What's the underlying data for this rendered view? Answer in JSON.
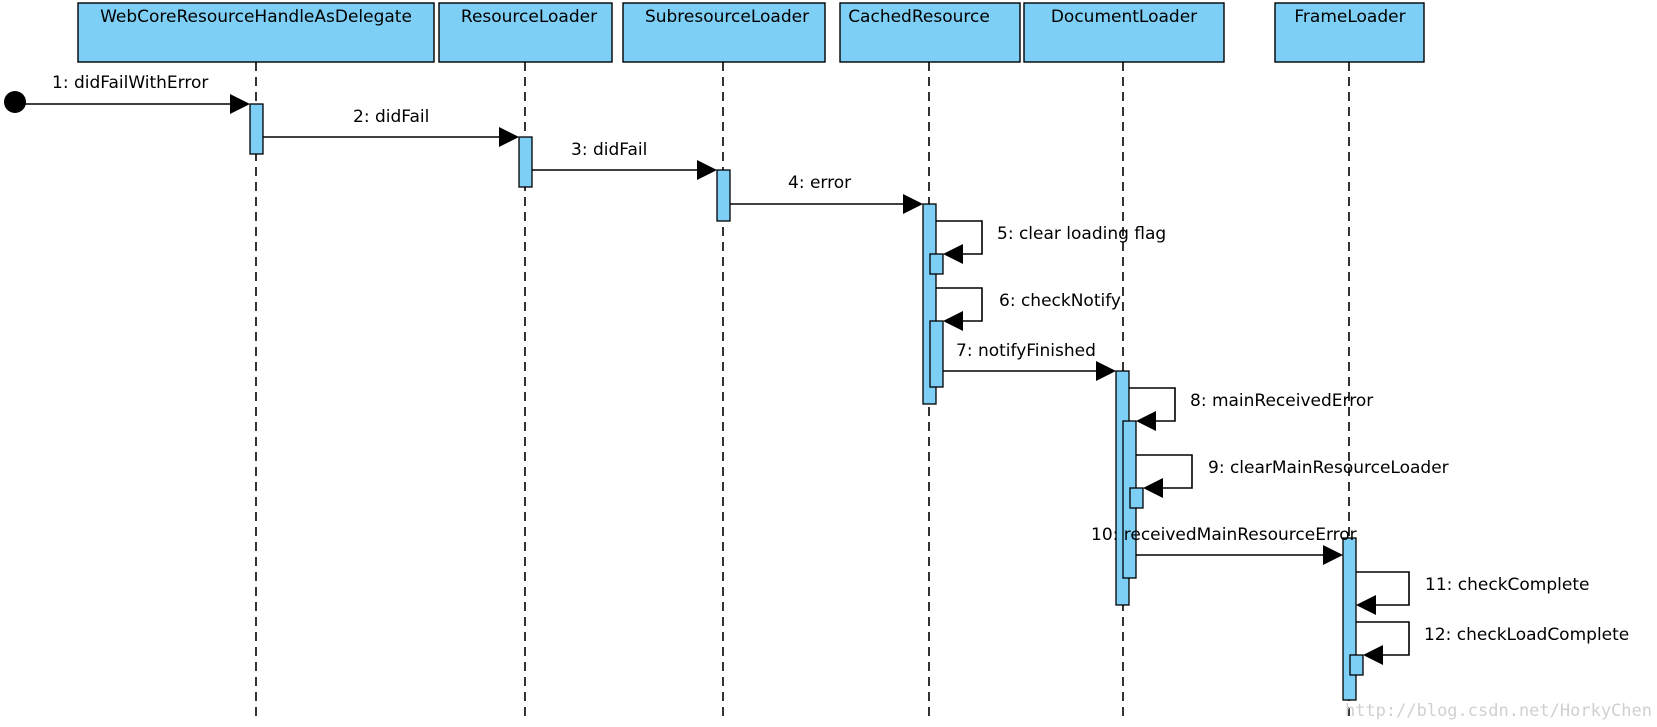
{
  "participants": [
    {
      "id": "webcore",
      "name": "WebCoreResourceHandleAsDelegate"
    },
    {
      "id": "resloader",
      "name": "ResourceLoader"
    },
    {
      "id": "subres",
      "name": "SubresourceLoader"
    },
    {
      "id": "cached",
      "name": "CachedResource"
    },
    {
      "id": "docloader",
      "name": "DocumentLoader"
    },
    {
      "id": "frameloader",
      "name": "FrameLoader"
    }
  ],
  "messages": [
    {
      "label": "1: didFailWithError",
      "from": "start",
      "to": "webcore"
    },
    {
      "label": "2: didFail",
      "from": "webcore",
      "to": "resloader"
    },
    {
      "label": "3: didFail",
      "from": "resloader",
      "to": "subres"
    },
    {
      "label": "4: error",
      "from": "subres",
      "to": "cached"
    },
    {
      "label": "5: clear loading flag",
      "from": "cached",
      "to": "cached"
    },
    {
      "label": "6: checkNotify",
      "from": "cached",
      "to": "cached"
    },
    {
      "label": "7: notifyFinished",
      "from": "cached",
      "to": "docloader"
    },
    {
      "label": "8: mainReceivedError",
      "from": "docloader",
      "to": "docloader"
    },
    {
      "label": "9: clearMainResourceLoader",
      "from": "docloader",
      "to": "docloader"
    },
    {
      "label": "10: receivedMainResourceError",
      "from": "docloader",
      "to": "frameloader"
    },
    {
      "label": "11: checkComplete",
      "from": "frameloader",
      "to": "frameloader"
    },
    {
      "label": "12: checkLoadComplete",
      "from": "frameloader",
      "to": "frameloader"
    }
  ],
  "watermark": "http://blog.csdn.net/HorkyChen"
}
